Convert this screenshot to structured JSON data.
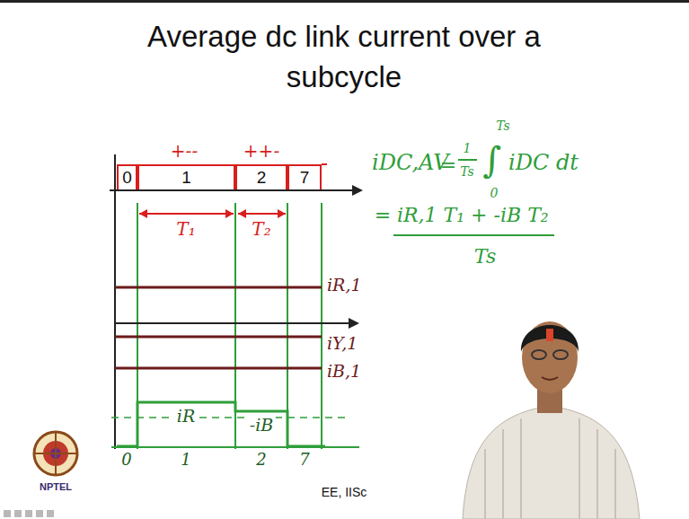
{
  "diagram": {
    "title": "Average dc link current over a subcycle",
    "nodes": [
      {
        "text": [
          "0"
        ]
      },
      {
        "text": [
          "1"
        ]
      },
      {
        "text": [
          "2"
        ]
      },
      {
        "text": [
          "7"
        ]
      }
    ],
    "labels": [
      "+--",
      "++-",
      "T₁",
      "T₂",
      "iR,1",
      "iY,1",
      "iB,1",
      "iR",
      "-iB",
      "0",
      "1",
      "2",
      "7",
      "iDC,AV",
      "=",
      "1",
      "Ts",
      "∫",
      "Ts",
      "0",
      "iDC dt",
      "=",
      "iR,1 T₁ + -iB T₂",
      "Ts",
      "EE, IISc",
      "NPTEL"
    ]
  }
}
